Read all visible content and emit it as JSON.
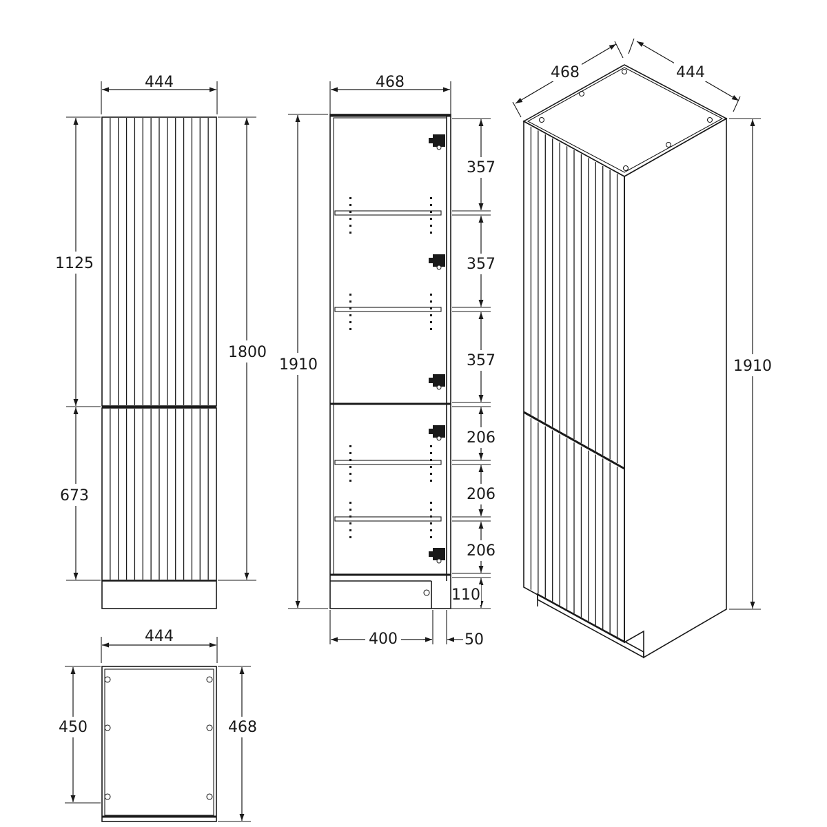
{
  "diagram": {
    "colors": {
      "line": "#1a1a1a",
      "background": "#ffffff"
    },
    "front_view": {
      "width": "444",
      "upper_door_height": "1125",
      "lower_door_height": "673",
      "doors_total_height": "1800"
    },
    "section_view": {
      "depth": "468",
      "total_height": "1910",
      "upper_spacings": [
        "357",
        "357",
        "357"
      ],
      "lower_spacings": [
        "206",
        "206",
        "206"
      ],
      "plinth_height": "110",
      "plinth_depth": "400",
      "plinth_setback": "50"
    },
    "top_view": {
      "width": "444",
      "inner_depth": "450",
      "outer_depth": "468"
    },
    "iso_view": {
      "depth": "468",
      "width": "444",
      "height": "1910"
    }
  }
}
